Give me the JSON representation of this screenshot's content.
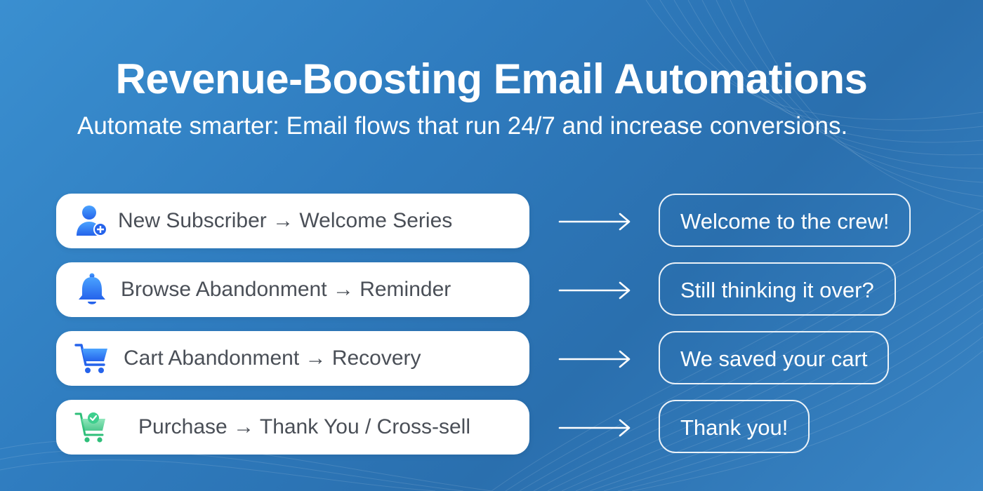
{
  "header": {
    "title": "Revenue-Boosting Email Automations",
    "subtitle": "Automate smarter: Email flows that run 24/7 and increase conversions."
  },
  "flows": [
    {
      "trigger": "New Subscriber → Welcome Series",
      "email": "Welcome to the crew!",
      "icon": "user-plus-icon"
    },
    {
      "trigger": "Browse Abandonment → Reminder",
      "email": "Still thinking it over?",
      "icon": "bell-icon"
    },
    {
      "trigger": "Cart Abandonment → Recovery",
      "email": "We saved your cart",
      "icon": "cart-icon"
    },
    {
      "trigger": "Purchase → Thank You / Cross-sell",
      "email": "Thank you!",
      "icon": "cart-check-icon"
    }
  ],
  "colors": {
    "background": "#2f7cbf",
    "icon_blue": "#2f80ed",
    "icon_green": "#3ecf8e",
    "label_text": "#4a4f57"
  }
}
